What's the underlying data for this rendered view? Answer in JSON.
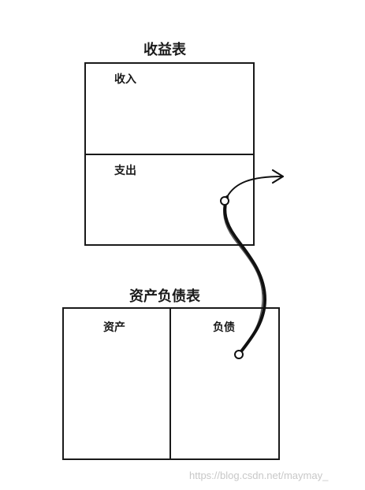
{
  "income_statement": {
    "title": "收益表",
    "income_label": "收入",
    "expense_label": "支出"
  },
  "balance_sheet": {
    "title": "资产负债表",
    "assets_label": "资产",
    "liabilities_label": "负债"
  },
  "watermark": "https://blog.csdn.net/maymay_"
}
